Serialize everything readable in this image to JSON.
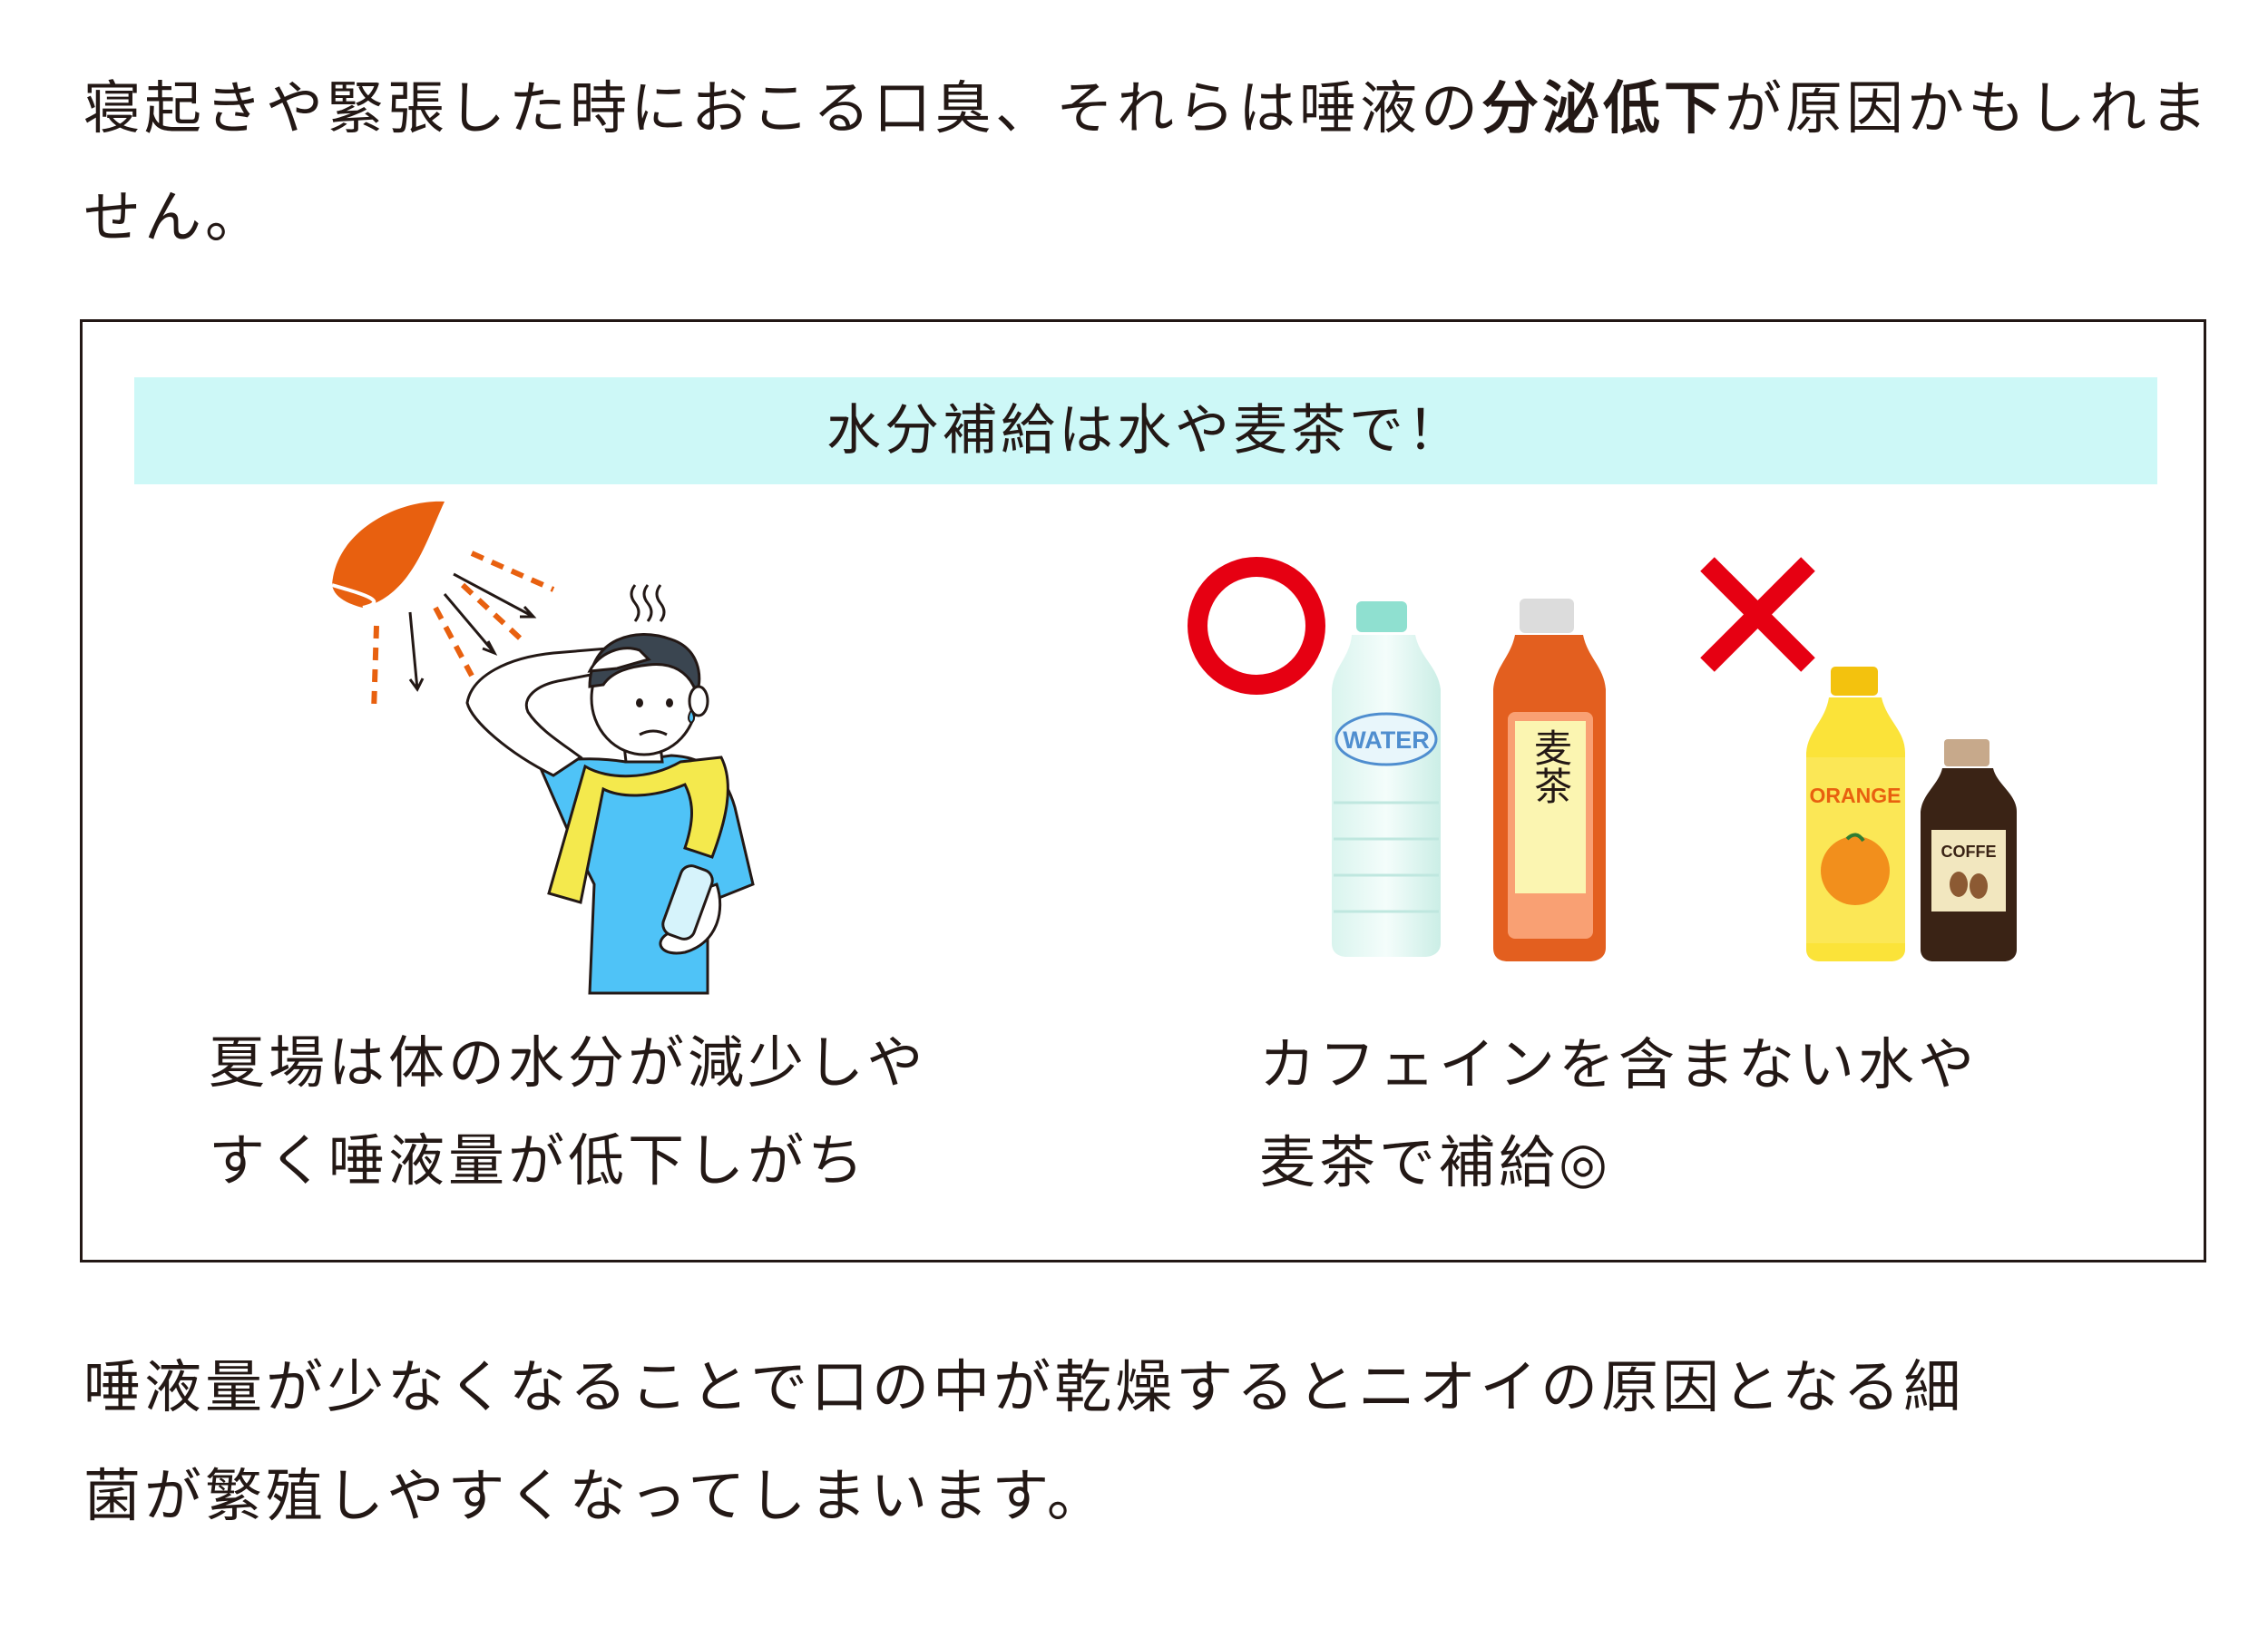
{
  "intro": {
    "before": "寝起きや緊張した時におこる口臭、それらは唾液の",
    "bold": "分泌低下",
    "after": "が原因かもしれません。"
  },
  "panel": {
    "heading": "水分補給は水や麦茶で！",
    "left_caption_line1": "夏場は体の水分が減少しや",
    "left_caption_line2": "すく唾液量が低下しがち",
    "right_caption_line1": "カフェインを含まない水や",
    "right_caption_line2": "麦茶で補給◎",
    "labels": {
      "water": "WATER",
      "barley_tea": "麦茶",
      "orange": "ORANGE",
      "coffee": "COFFE"
    }
  },
  "outro": {
    "line1": "唾液量が少なくなることで口の中が乾燥するとニオイの原因となる細",
    "line2": "菌が繁殖しやすくなってしまいます。"
  },
  "colors": {
    "accent_red": "#e60012",
    "sun_orange": "#e8600f",
    "heading_bg": "#cdf8f7",
    "shirt_blue": "#4fc3f7",
    "towel_yellow": "#f4e94d"
  }
}
